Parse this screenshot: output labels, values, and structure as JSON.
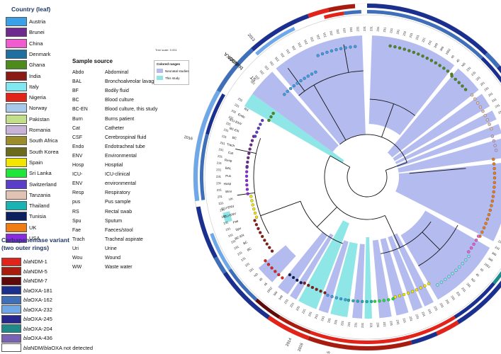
{
  "country_legend": {
    "title": "Country (leaf)",
    "items": [
      {
        "label": "Austria",
        "color": "#3aa0e8"
      },
      {
        "label": "Brunei",
        "color": "#6e2a8e"
      },
      {
        "label": "China",
        "color": "#f05ccf"
      },
      {
        "label": "Denmark",
        "color": "#1f6fa0"
      },
      {
        "label": "Ghana",
        "color": "#4e8a1c"
      },
      {
        "label": "India",
        "color": "#8b1a14"
      },
      {
        "label": "Italy",
        "color": "#7fe8f0"
      },
      {
        "label": "Nigeria",
        "color": "#e2231a"
      },
      {
        "label": "Norway",
        "color": "#a7c9ec"
      },
      {
        "label": "Pakistan",
        "color": "#c2e08a"
      },
      {
        "label": "Romania",
        "color": "#c9b3d8"
      },
      {
        "label": "South Africa",
        "color": "#9b8c2c"
      },
      {
        "label": "South Korea",
        "color": "#6b6b1e"
      },
      {
        "label": "Spain",
        "color": "#f2e600"
      },
      {
        "label": "Sri Lanka",
        "color": "#1ee63a"
      },
      {
        "label": "Switzerland",
        "color": "#5a3ec9"
      },
      {
        "label": "Tanzania",
        "color": "#e2c2b4"
      },
      {
        "label": "Thailand",
        "color": "#19b3b3"
      },
      {
        "label": "Tunisia",
        "color": "#0c1f5e"
      },
      {
        "label": "UK",
        "color": "#f07d14"
      },
      {
        "label": "USA",
        "color": "#8a2be2"
      }
    ]
  },
  "sample_source": {
    "title": "Sample source",
    "items": [
      {
        "code": "Abdo",
        "desc": "Abdominal"
      },
      {
        "code": "BAL",
        "desc": "Bronchoalveolar lavage"
      },
      {
        "code": "BF",
        "desc": "Bodily fluid"
      },
      {
        "code": "BC",
        "desc": "Blood culture"
      },
      {
        "code": "BC-EN",
        "desc": "Blood culture, this study"
      },
      {
        "code": "Burn",
        "desc": "Burns patient"
      },
      {
        "code": "Cat",
        "desc": "Catheter"
      },
      {
        "code": "CSF",
        "desc": "Cerebrospinal fluid"
      },
      {
        "code": "Endo",
        "desc": "Endotracheal tube"
      },
      {
        "code": "ENV",
        "desc": "Environmental"
      },
      {
        "code": "Hosp",
        "desc": "Hosptial"
      },
      {
        "code": "ICU-",
        "desc": "ICU-clinical"
      },
      {
        "code": "ENV",
        "desc": "environmental"
      },
      {
        "code": "Resp",
        "desc": "Respiratory"
      },
      {
        "code": "pus",
        "desc": "Pus sample"
      },
      {
        "code": "RS",
        "desc": "Rectal swab"
      },
      {
        "code": "Spu",
        "desc": "Sputum"
      },
      {
        "code": "Fae",
        "desc": "Faeces/stool"
      },
      {
        "code": "Trach",
        "desc": "Tracheal aspirate"
      },
      {
        "code": "Uri",
        "desc": "Urine"
      },
      {
        "code": "Wou",
        "desc": "Wound"
      },
      {
        "code": "WW",
        "desc": "Waste water"
      }
    ]
  },
  "carbapenemase_legend": {
    "title_line1": "Carbapenemase variant",
    "title_line2": "(two outer rings)",
    "items": [
      {
        "label": "blaNDM-1",
        "color": "#e2231a"
      },
      {
        "label": "blaNDM-5",
        "color": "#a81c10"
      },
      {
        "label": "blaNDM-7",
        "color": "#5e0a0a"
      },
      {
        "label": "blaOXA-181",
        "color": "#1a2f8e"
      },
      {
        "label": "blaOXA-162",
        "color": "#3f6fb8"
      },
      {
        "label": "blaOXA-232",
        "color": "#6fa8e8"
      },
      {
        "label": "blaOXA-245",
        "color": "#26288e"
      },
      {
        "label": "blaOXA-204",
        "color": "#1f8a8a"
      },
      {
        "label": "blaOXA-436",
        "color": "#7a62b5"
      },
      {
        "label": "blaNDM/blaOXA not detected",
        "color": "#ffffff"
      }
    ]
  },
  "colored_ranges": {
    "title": "Colored ranges",
    "items": [
      {
        "label": "Neonatal studies",
        "color": "#b4bbef"
      },
      {
        "label": "This study",
        "color": "#8ee6e6"
      }
    ]
  },
  "tree": {
    "scale_label": "Tree scale: 0.001",
    "outer_labels": [
      "blaOXA",
      "blaNDM",
      "ST"
    ],
    "year_labels": [
      "2013",
      "2016",
      "2014",
      "2016",
      "2015",
      "2015"
    ],
    "tip_labels": [
      "BC",
      "BC",
      "BC-EN",
      "Spu",
      "Fae",
      "ICU-ENV",
      "ICU-ENV",
      "Uri",
      "Wou",
      "Hosp",
      "Pus",
      "BAL",
      "Resp",
      "Cat",
      "Trach",
      "BC",
      "BC-EN",
      "ICU-ENV",
      "Endo",
      "RS"
    ],
    "st_labels": [
      "231",
      "231",
      "231",
      "231",
      "231",
      "231",
      "231",
      "231",
      "231",
      "231",
      "231",
      "231",
      "231",
      "231",
      "231",
      "231",
      "231",
      "231",
      "231",
      "231",
      "231",
      "231",
      "231",
      "231",
      "231",
      "231",
      "231",
      "231",
      "231",
      "231",
      "349",
      "349",
      "1552",
      "45",
      "45",
      "ND"
    ]
  }
}
